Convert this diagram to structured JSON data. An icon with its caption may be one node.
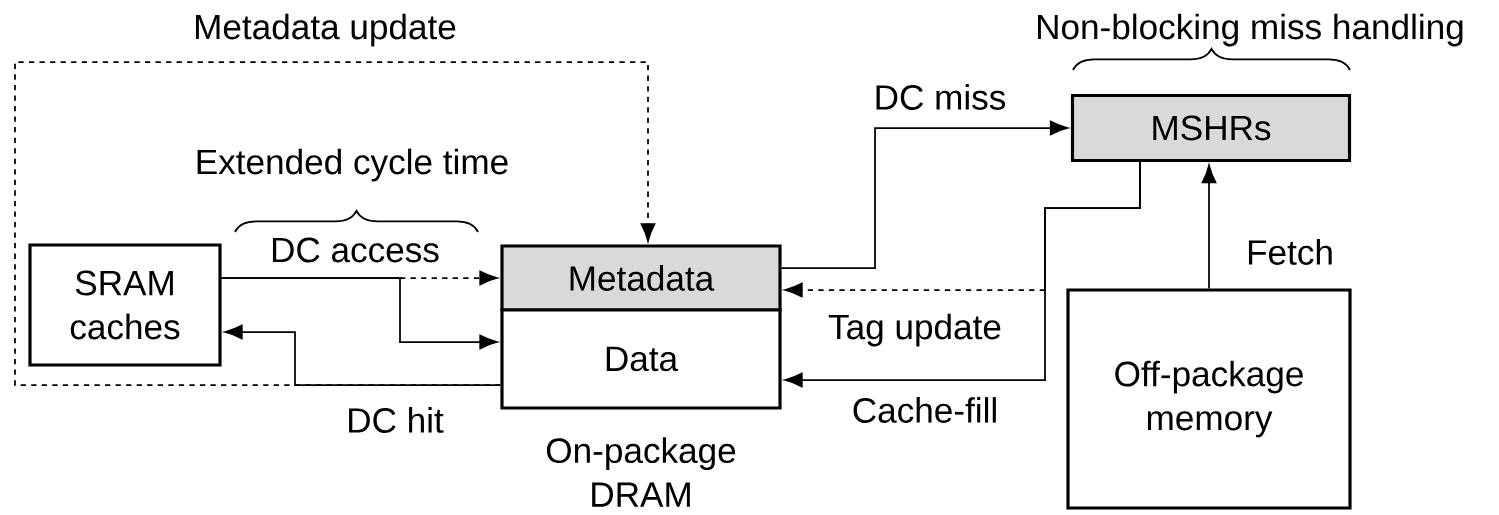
{
  "diagram": {
    "nodes": [
      {
        "text": [
          "SRAM caches"
        ]
      },
      {
        "text": [
          "Metadata"
        ]
      },
      {
        "text": [
          "Data"
        ],
        "beside": [
          "On-package DRAM"
        ]
      },
      {
        "text": [
          "MSHRs"
        ]
      },
      {
        "text": [
          "Off-package memory"
        ]
      }
    ],
    "edges": [
      {
        "from": 0,
        "to": 1,
        "arrow": "to",
        "label": "DC access"
      },
      {
        "from": 0,
        "to": 2,
        "arrow": "to"
      },
      {
        "from": 2,
        "to": 0,
        "arrow": "to",
        "label": "DC hit"
      },
      {
        "from": 2,
        "to": 1,
        "arrow": "to",
        "label": "Metadata update",
        "style": "dashed"
      },
      {
        "from": 1,
        "to": 3,
        "arrow": "to",
        "label": "DC miss"
      },
      {
        "from": 3,
        "to": 1,
        "arrow": "to",
        "label": "Tag update",
        "style": "dashed"
      },
      {
        "from": 3,
        "to": 2,
        "arrow": "to",
        "label": "Cache-fill"
      },
      {
        "from": 4,
        "to": 3,
        "arrow": "to",
        "label": "Fetch"
      }
    ],
    "labels": [
      "Extended cycle time",
      "Non-blocking miss handling"
    ]
  }
}
